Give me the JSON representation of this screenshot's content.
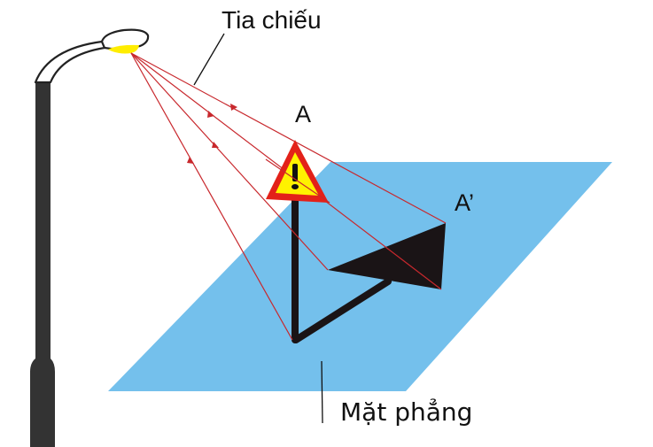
{
  "diagram": {
    "subject": "Central projection of a warning sign by a street lamp onto a plane",
    "labels": {
      "rays": "Tia chiếu",
      "point_a": "A",
      "point_a_prime": "A’",
      "plane": "Mặt phẳng"
    },
    "colors": {
      "plane": "#74C0EC",
      "ray": "#C8282D",
      "sign_fill": "#FFF200",
      "sign_border": "#E32119",
      "shadow": "#1A1416",
      "lamp_post": "#333333",
      "lamp_light": "#FFED00",
      "text": "#111111"
    },
    "elements": [
      "street-lamp",
      "light-source",
      "projection-rays",
      "warning-sign",
      "sign-pole",
      "plane",
      "shadow-projection"
    ]
  }
}
